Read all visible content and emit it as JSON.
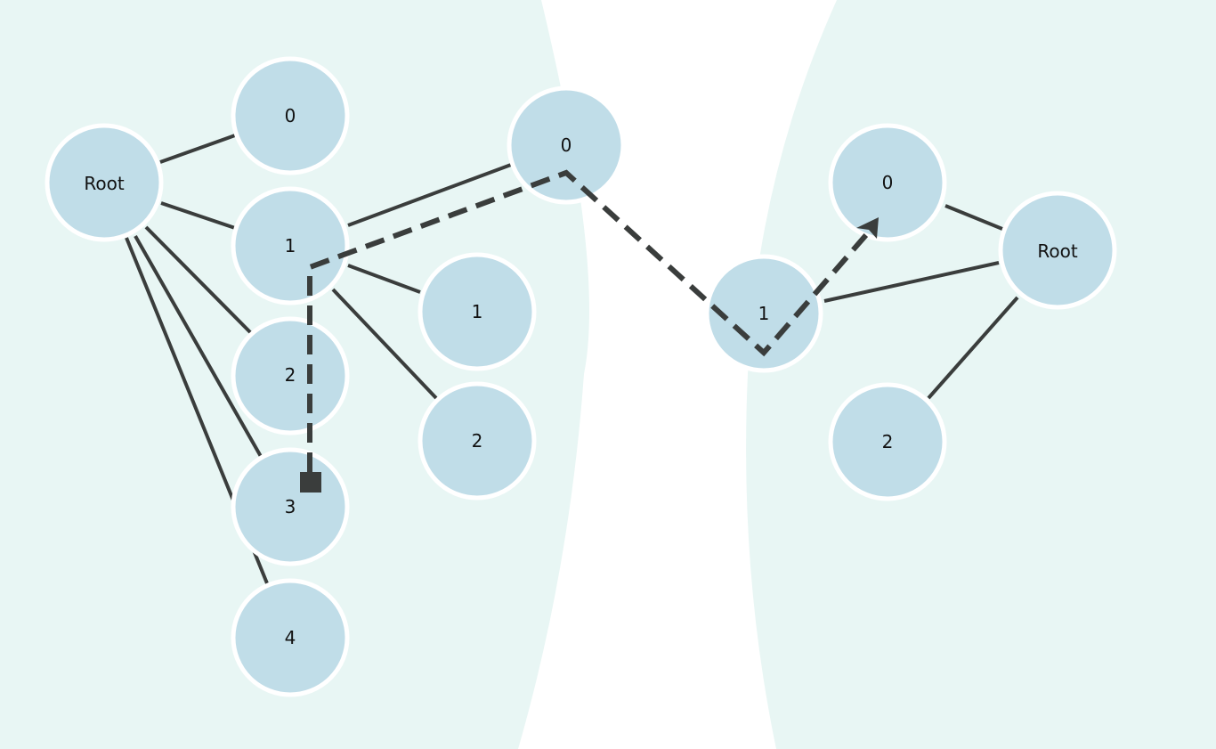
{
  "colors": {
    "region_fill": "#e8f6f4",
    "node_fill": "#c0dde8",
    "node_stroke": "#ffffff",
    "edge": "#3a3d3c",
    "text": "#111111"
  },
  "left_tree": {
    "root": "Root",
    "children": [
      "0",
      "1",
      "2",
      "3",
      "4"
    ],
    "grandchildren_of_1": [
      "1",
      "2"
    ]
  },
  "right_tree": {
    "root": "Root",
    "children": [
      "0",
      "1",
      "2"
    ]
  },
  "bridge_node": "0",
  "path": {
    "description_sequence": [
      "3",
      "1",
      "0",
      "1",
      "0"
    ]
  }
}
